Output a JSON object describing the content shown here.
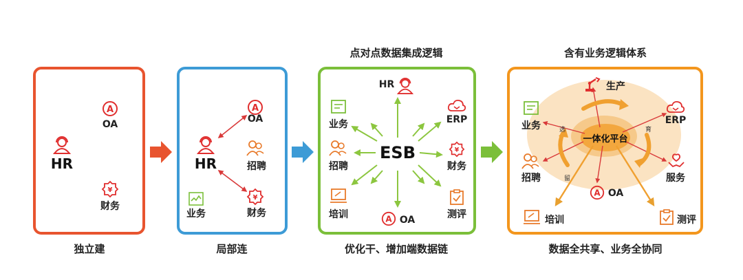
{
  "panels": [
    {
      "caption": "独立建",
      "top_title": ""
    },
    {
      "caption": "局部连",
      "top_title": ""
    },
    {
      "caption": "优化干、增加端数据链",
      "top_title": "点对点数据集成逻辑"
    },
    {
      "caption": "数据全共享、业务全协同",
      "top_title": "含有业务逻辑体系"
    }
  ],
  "nodes": {
    "hr": "HR",
    "oa": "OA",
    "finance": "财务",
    "recruit": "招聘",
    "business": "业务",
    "erp": "ERP",
    "training": "培训",
    "assessment": "测评",
    "esb": "ESB",
    "production": "生产",
    "service": "服务",
    "platform": "一体化平台"
  },
  "cycle_labels": {
    "select": "选",
    "develop": "育",
    "retain": "留"
  },
  "colors": {
    "panel1": "#e8542f",
    "panel2": "#3d9bd6",
    "panel3": "#7bbf3a",
    "panel4": "#f3961d",
    "icon_red": "#e02e2e",
    "icon_orange": "#e87a2a",
    "icon_green": "#7bbf3a",
    "arrow_orange": "#e8542f",
    "arrow_blue": "#3d9bd6",
    "arrow_green": "#7bbf3a",
    "link_red": "#d93a3a",
    "link_green": "#8cc63f",
    "link_orange": "#f0a030",
    "halo": "#f6c98a"
  }
}
